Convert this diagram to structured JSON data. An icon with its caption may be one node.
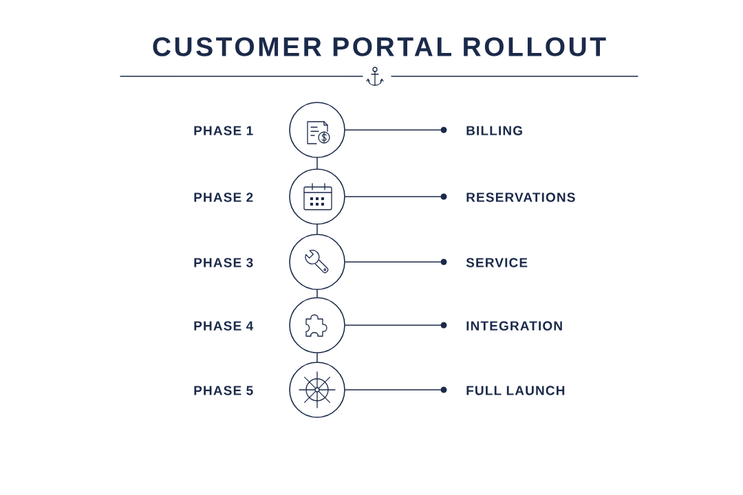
{
  "diagram": {
    "title": "CUSTOMER PORTAL ROLLOUT",
    "nodes": [
      {
        "text": [],
        "shape": "circle",
        "beside": [
          "PHASE 1"
        ]
      },
      {
        "text": [],
        "shape": "circle",
        "beside": [
          "BILLING"
        ]
      },
      {
        "text": [],
        "shape": "circle",
        "beside": [
          "PHASE 2"
        ]
      },
      {
        "text": [],
        "shape": "circle",
        "beside": [
          "RESERVATIONS"
        ]
      },
      {
        "text": [],
        "shape": "circle",
        "beside": [
          "PHASE 3"
        ]
      },
      {
        "text": [],
        "shape": "circle",
        "beside": [
          "SERVICE"
        ]
      },
      {
        "text": [],
        "shape": "circle",
        "beside": [
          "PHASE 4"
        ]
      },
      {
        "text": [],
        "shape": "circle",
        "beside": [
          "INTEGRATION"
        ]
      },
      {
        "text": [],
        "shape": "circle",
        "beside": [
          "PHASE 5"
        ]
      },
      {
        "text": [],
        "shape": "circle",
        "beside": [
          "FULL LAUNCH"
        ]
      }
    ],
    "edges": [
      {
        "from": 0,
        "to": 1,
        "arrow": "none"
      },
      {
        "from": 2,
        "to": 3,
        "arrow": "none"
      },
      {
        "from": 4,
        "to": 5,
        "arrow": "none"
      },
      {
        "from": 6,
        "to": 7,
        "arrow": "none"
      },
      {
        "from": 8,
        "to": 9,
        "arrow": "none"
      },
      {
        "from": 0,
        "to": 2,
        "arrow": "none"
      },
      {
        "from": 2,
        "to": 4,
        "arrow": "none"
      },
      {
        "from": 4,
        "to": 6,
        "arrow": "none"
      },
      {
        "from": 6,
        "to": 8,
        "arrow": "none"
      }
    ]
  }
}
